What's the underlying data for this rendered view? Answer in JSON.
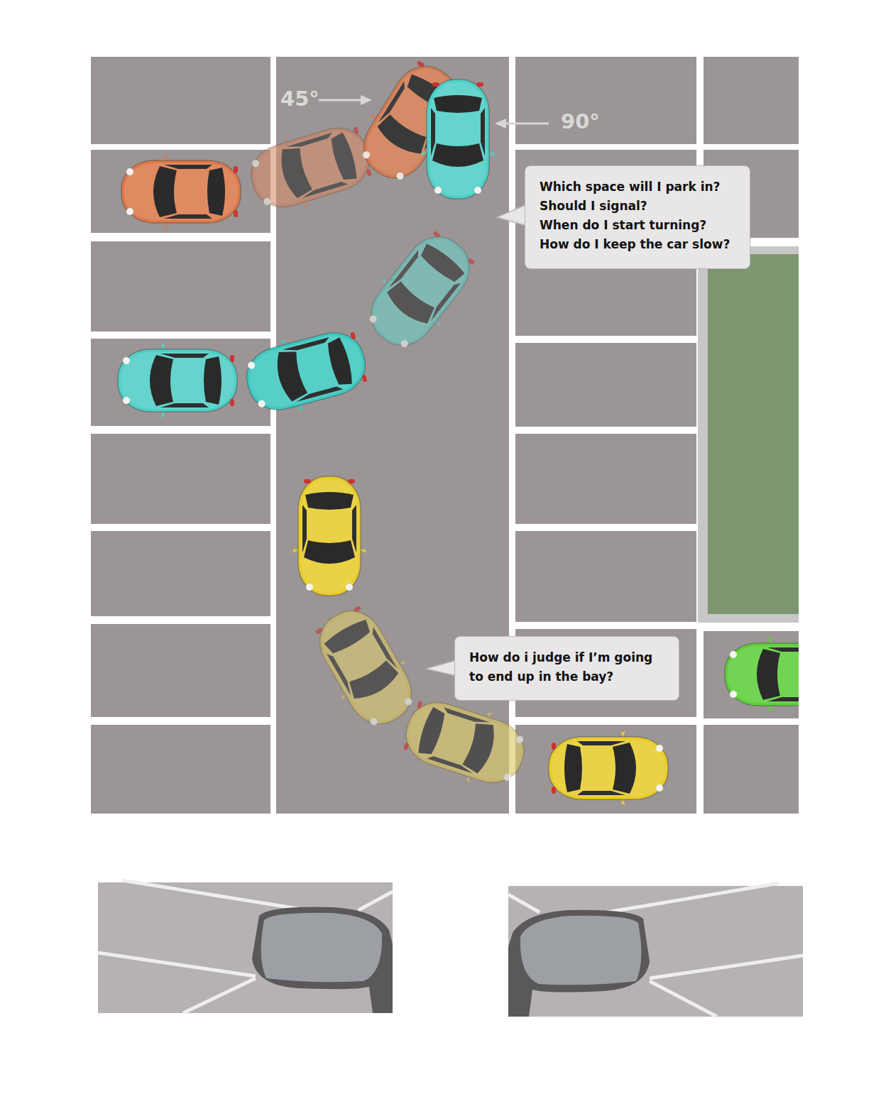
{
  "diagram": {
    "nodes": [
      {
        "text": [
          "Which space will I park in?",
          "Should I signal?",
          "When do I start turning?",
          "How do I keep the car slow?"
        ]
      },
      {
        "text": [
          "How do i judge if I’m going to end up in the bay?"
        ]
      }
    ],
    "labels": [
      "45°",
      "90°"
    ]
  }
}
